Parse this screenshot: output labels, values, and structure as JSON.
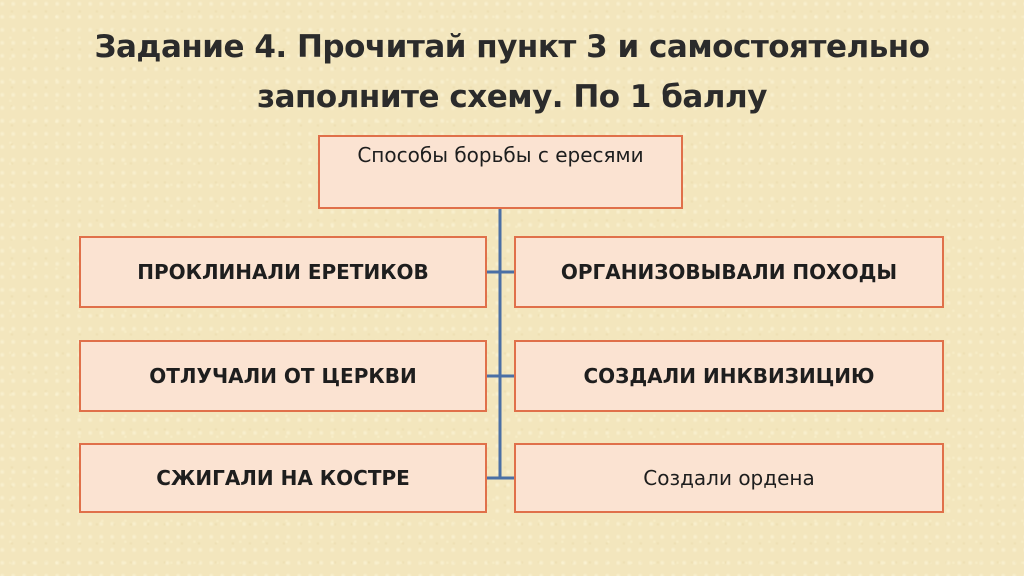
{
  "title": {
    "line1": "Задание 4. Прочитай пункт 3 и самостоятельно",
    "line2": "заполните схему. По 1 баллу"
  },
  "root": {
    "label": "Способы борьбы с ересями"
  },
  "left_items": [
    {
      "label": "ПРОКЛИНАЛИ ЕРЕТИКОВ"
    },
    {
      "label": "ОТЛУЧАЛИ ОТ ЦЕРКВИ"
    },
    {
      "label": "СЖИГАЛИ НА КОСТРЕ"
    }
  ],
  "right_items": [
    {
      "label": "ОРГАНИЗОВЫВАЛИ ПОХОДЫ"
    },
    {
      "label": "СОЗДАЛИ ИНКВИЗИЦИЮ"
    },
    {
      "label": "Создали ордена"
    }
  ],
  "colors": {
    "background": "#f3e6bd",
    "box_fill": "#fbe3d2",
    "box_border": "#e0704a",
    "connector": "#4a6fa5"
  }
}
